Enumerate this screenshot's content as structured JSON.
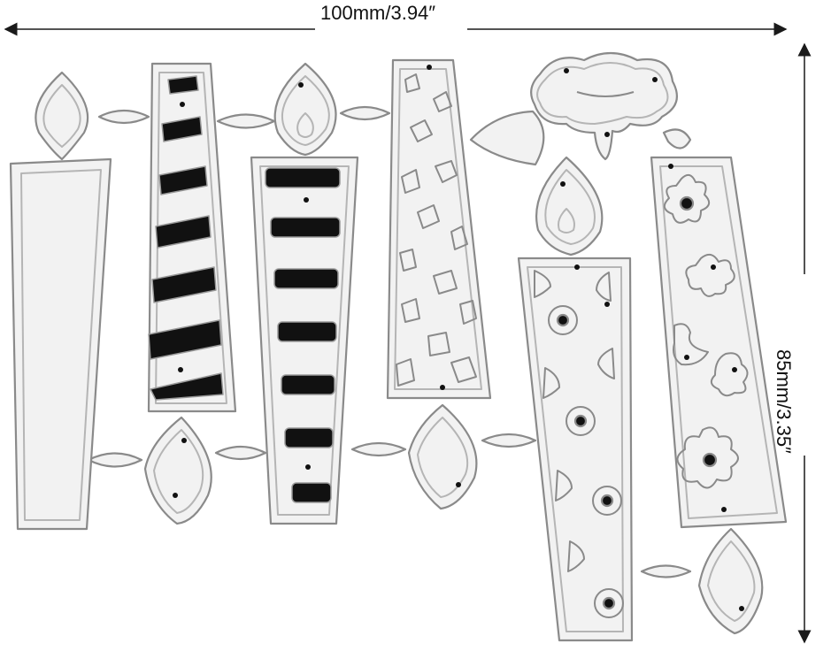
{
  "dimensions": {
    "width_label": "100mm/3.94″",
    "height_label": "85mm/3.35″"
  },
  "colors": {
    "metal_fill": "#f2f2f2",
    "outline": "#8a8a8a",
    "inner_outline": "#b5b5b5",
    "cutout": "#111111",
    "arrow": "#1a1a1a"
  },
  "product": {
    "description_icon": "birthday-candle-cutting-dies"
  }
}
